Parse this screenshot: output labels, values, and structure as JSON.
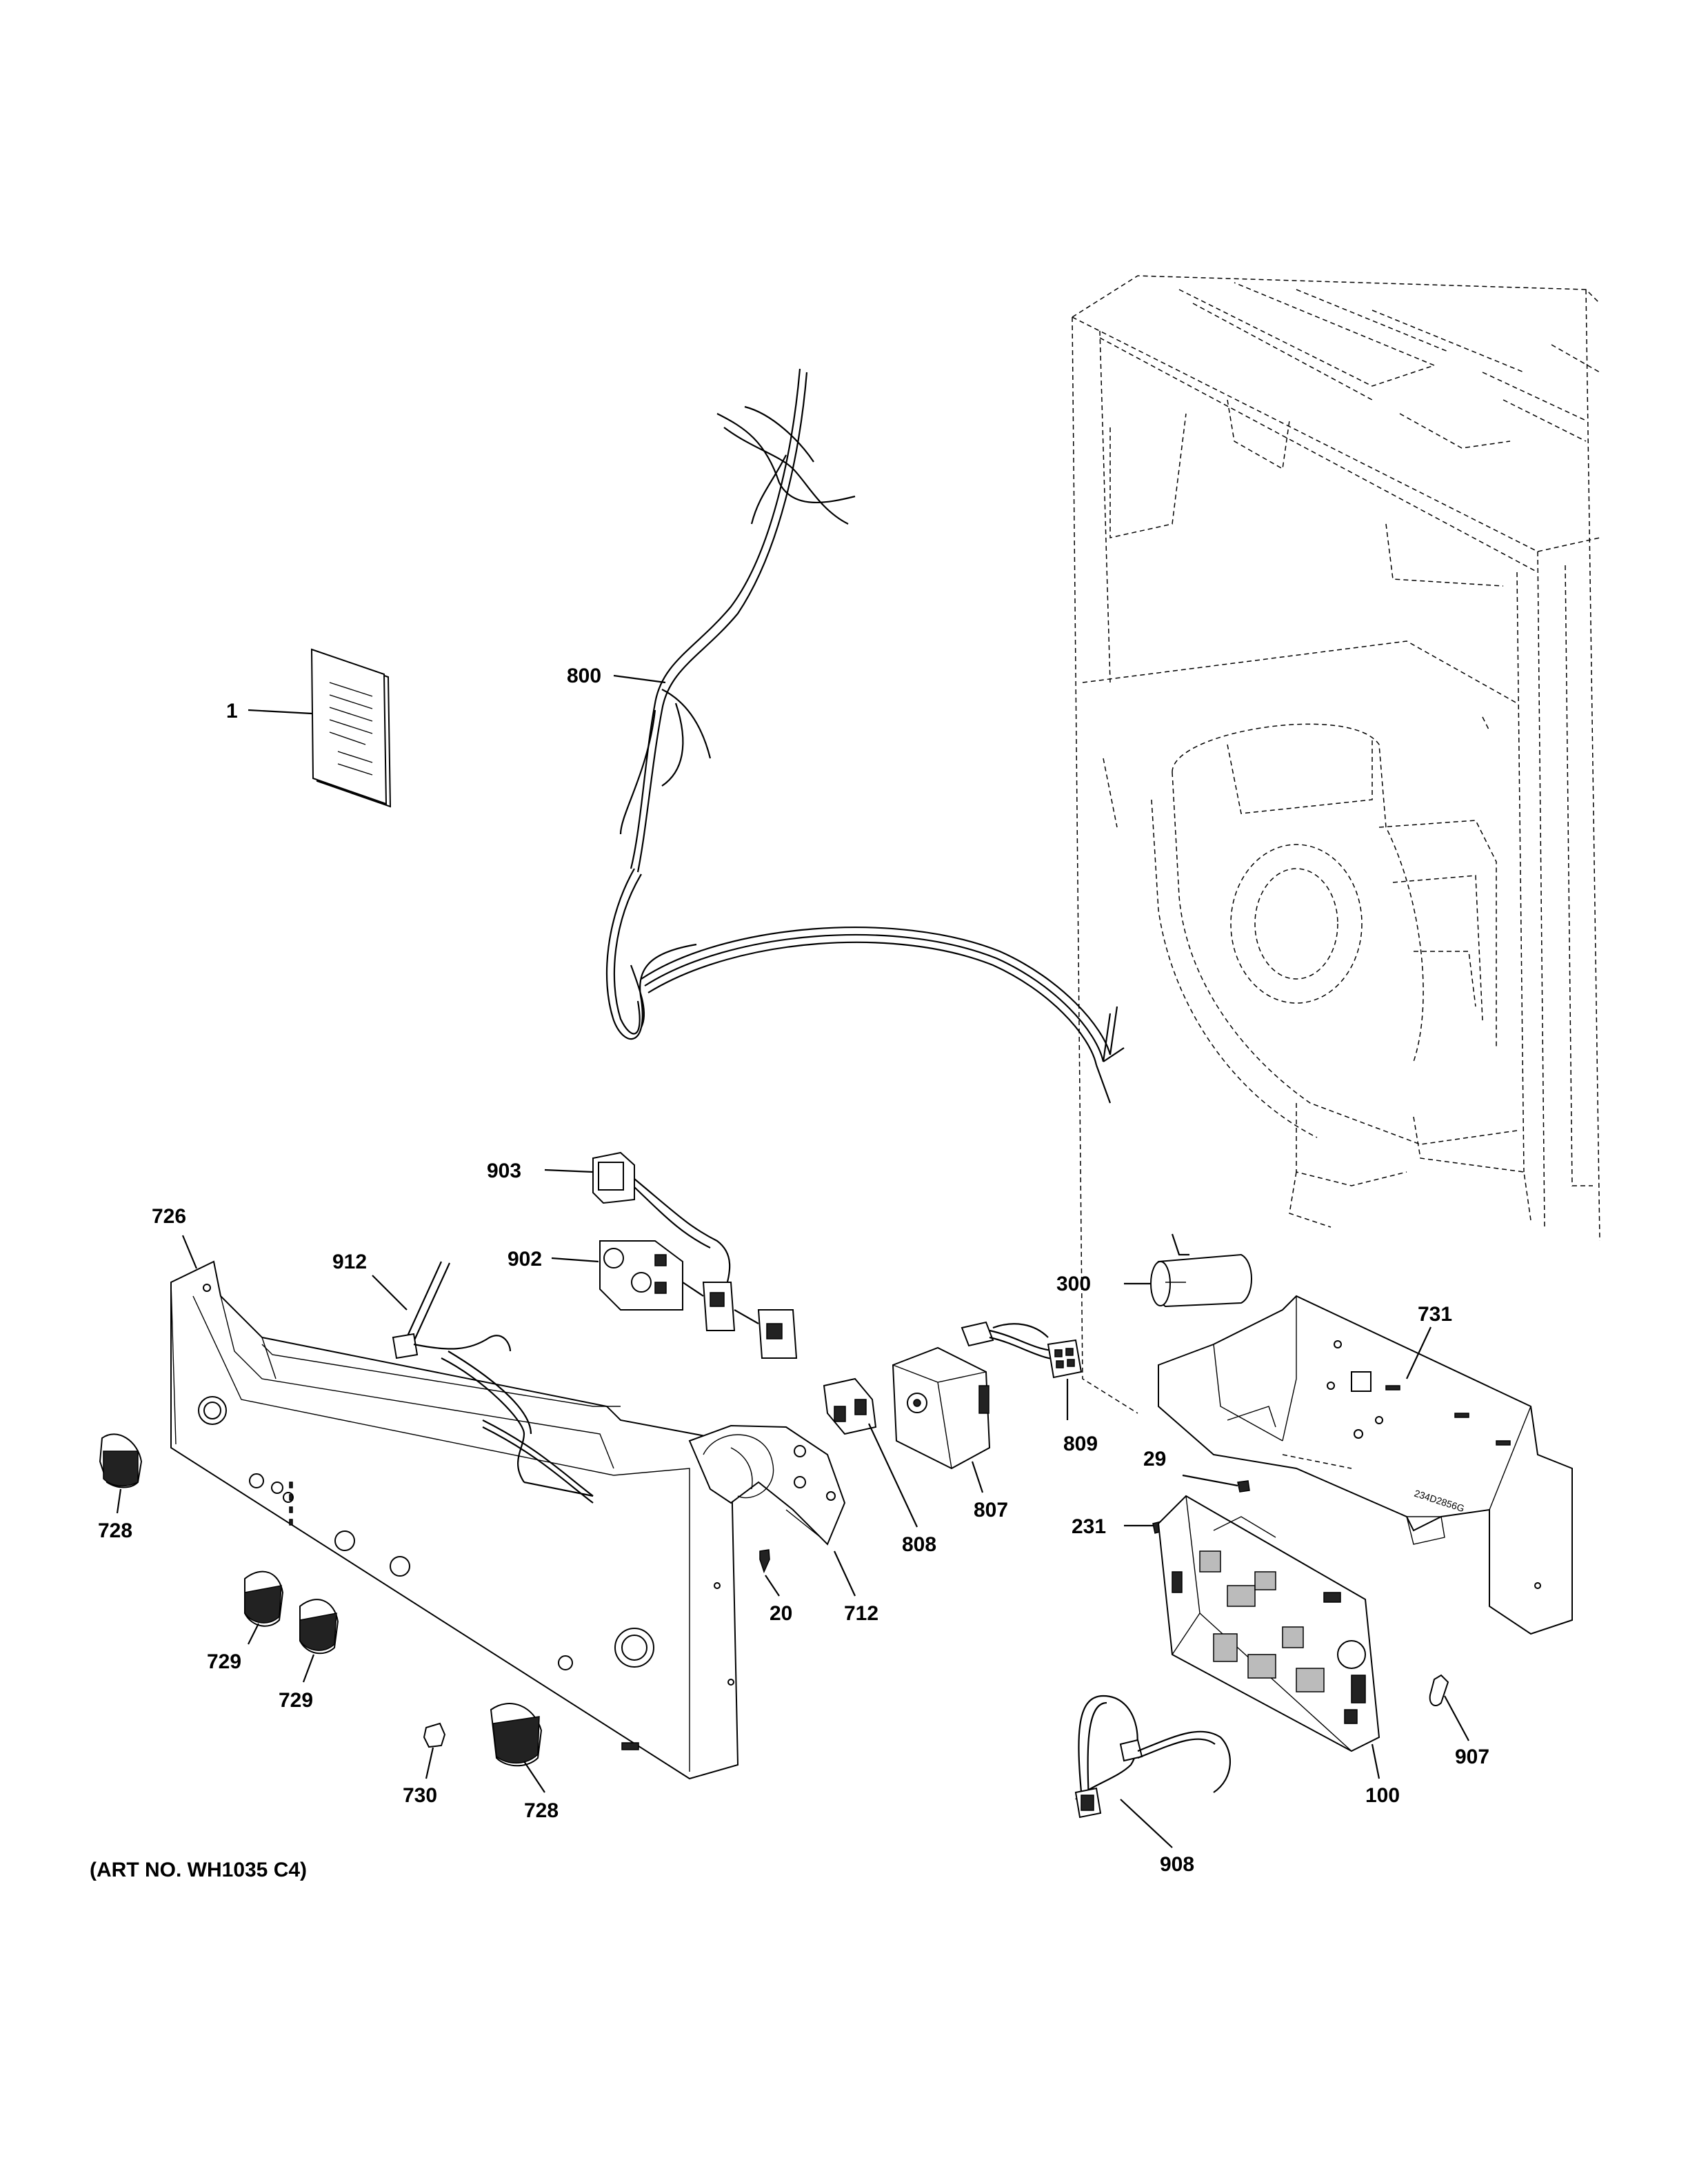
{
  "diagram": {
    "callouts": {
      "c1": "1",
      "c800": "800",
      "c903": "903",
      "c902": "902",
      "c726": "726",
      "c912": "912",
      "c300": "300",
      "c731": "731",
      "c728a": "728",
      "c729a": "729",
      "c729b": "729",
      "c730": "730",
      "c728b": "728",
      "c20": "20",
      "c712": "712",
      "c808": "808",
      "c807": "807",
      "c809": "809",
      "c29": "29",
      "c231": "231",
      "c100": "100",
      "c907": "907",
      "c908": "908"
    },
    "art_number": "(ART NO. WH1035 C4)",
    "board_marking": "234D2856G"
  }
}
